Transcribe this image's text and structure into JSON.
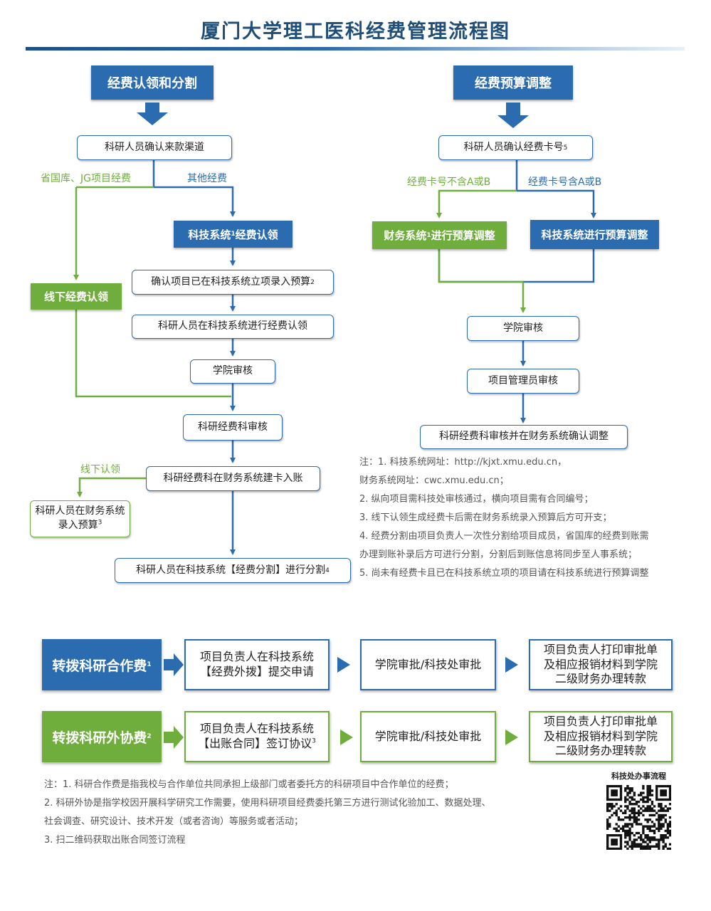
{
  "title": "厦门大学理工医科经费管理流程图",
  "left_flow": {
    "header": "经费认领和分割",
    "confirm_source": "科研人员确认来款渠道",
    "branch_left_label": "省国库、JG项目经费",
    "branch_right_label": "其他经费",
    "tech_claim": "科技系统",
    "tech_claim_sup": "1",
    "tech_claim_suffix": "经费认领",
    "offline_claim": "线下经费认领",
    "confirm_project": "确认项目已在科技系统立项录入预算",
    "confirm_project_sup": "2",
    "researcher_claim": "科研人员在科技系统进行经费认领",
    "college_review": "学院审核",
    "office_review": "科研经费科审核",
    "build_card": "科研经费科在财务系统建卡入账",
    "offline_label": "线下认领",
    "finance_entry": "科研人员在财务系统录入预算",
    "finance_entry_sup": "3",
    "split": "科研人员在科技系统【经费分割】进行分割",
    "split_sup": "4"
  },
  "right_flow": {
    "header": "经费预算调整",
    "confirm_card": "科研人员确认经费卡号",
    "confirm_card_sup": "5",
    "branch_left_label": "经费卡号不含A或B",
    "branch_right_label": "经费卡号含A或B",
    "finance_adjust": "财务系统",
    "finance_adjust_sup": "1",
    "finance_adjust_suffix": "进行预算调整",
    "tech_adjust": "科技系统进行预算调整",
    "college_review": "学院审核",
    "admin_review": "项目管理员审核",
    "final_review": "科研经费科审核并在财务系统确认调整"
  },
  "notes_right": [
    "注：1. 科技系统网址：http://kjxt.xmu.edu.cn，",
    "财务系统网址：cwc.xmu.edu.cn；",
    "2. 纵向项目需科技处审核通过，横向项目需有合同编号；",
    "3. 线下认领生成经费卡后需在财务系统录入预算后方可开支；",
    "4.  经费分割由项目负责人一次性分割给项目成员，省国库的经费到账需",
    "办理到账补录后方可进行分割，分割后到账信息将同步至人事系统；",
    "5. 尚未有经费卡且已在科技系统立项的项目请在科技系统进行预算调整"
  ],
  "transfer_coop": {
    "label": "转拨科研合作费",
    "label_sup": "1",
    "step1_line1": "项目负责人在科技系统",
    "step1_line2": "【经费外拨】提交申请",
    "step2": "学院审批/科技处审批",
    "step3_line1": "项目负责人打印审批单",
    "step3_line2": "及相应报销材料到学院",
    "step3_line3": "二级财务办理转款"
  },
  "transfer_outsource": {
    "label": "转拨科研外协费",
    "label_sup": "2",
    "step1_line1": "项目负责人在科技系统",
    "step1_line2": "【出账合同】签订协议",
    "step1_sup": "3",
    "step2": "学院审批/科技处审批",
    "step3_line1": "项目负责人打印审批单",
    "step3_line2": "及相应报销材料到学院",
    "step3_line3": "二级财务办理转款"
  },
  "notes_bottom": [
    "注：1. 科研合作费是指我校与合作单位共同承担上级部门或者委托方的科研项目中合作单位的经费；",
    "2. 科研外协是指学校因开展科学研究工作需要，使用科研项目经费委托第三方进行测试化验加工、数据处理、",
    "社会调查、研究设计、技术开发（或者咨询）等服务或者活动；",
    "3. 扫二维码获取出账合同签订流程"
  ],
  "qr_caption": "科技处办事流程",
  "colors": {
    "blue": "#2b6cb0",
    "green": "#6fae3c",
    "title": "#1f4e79"
  }
}
